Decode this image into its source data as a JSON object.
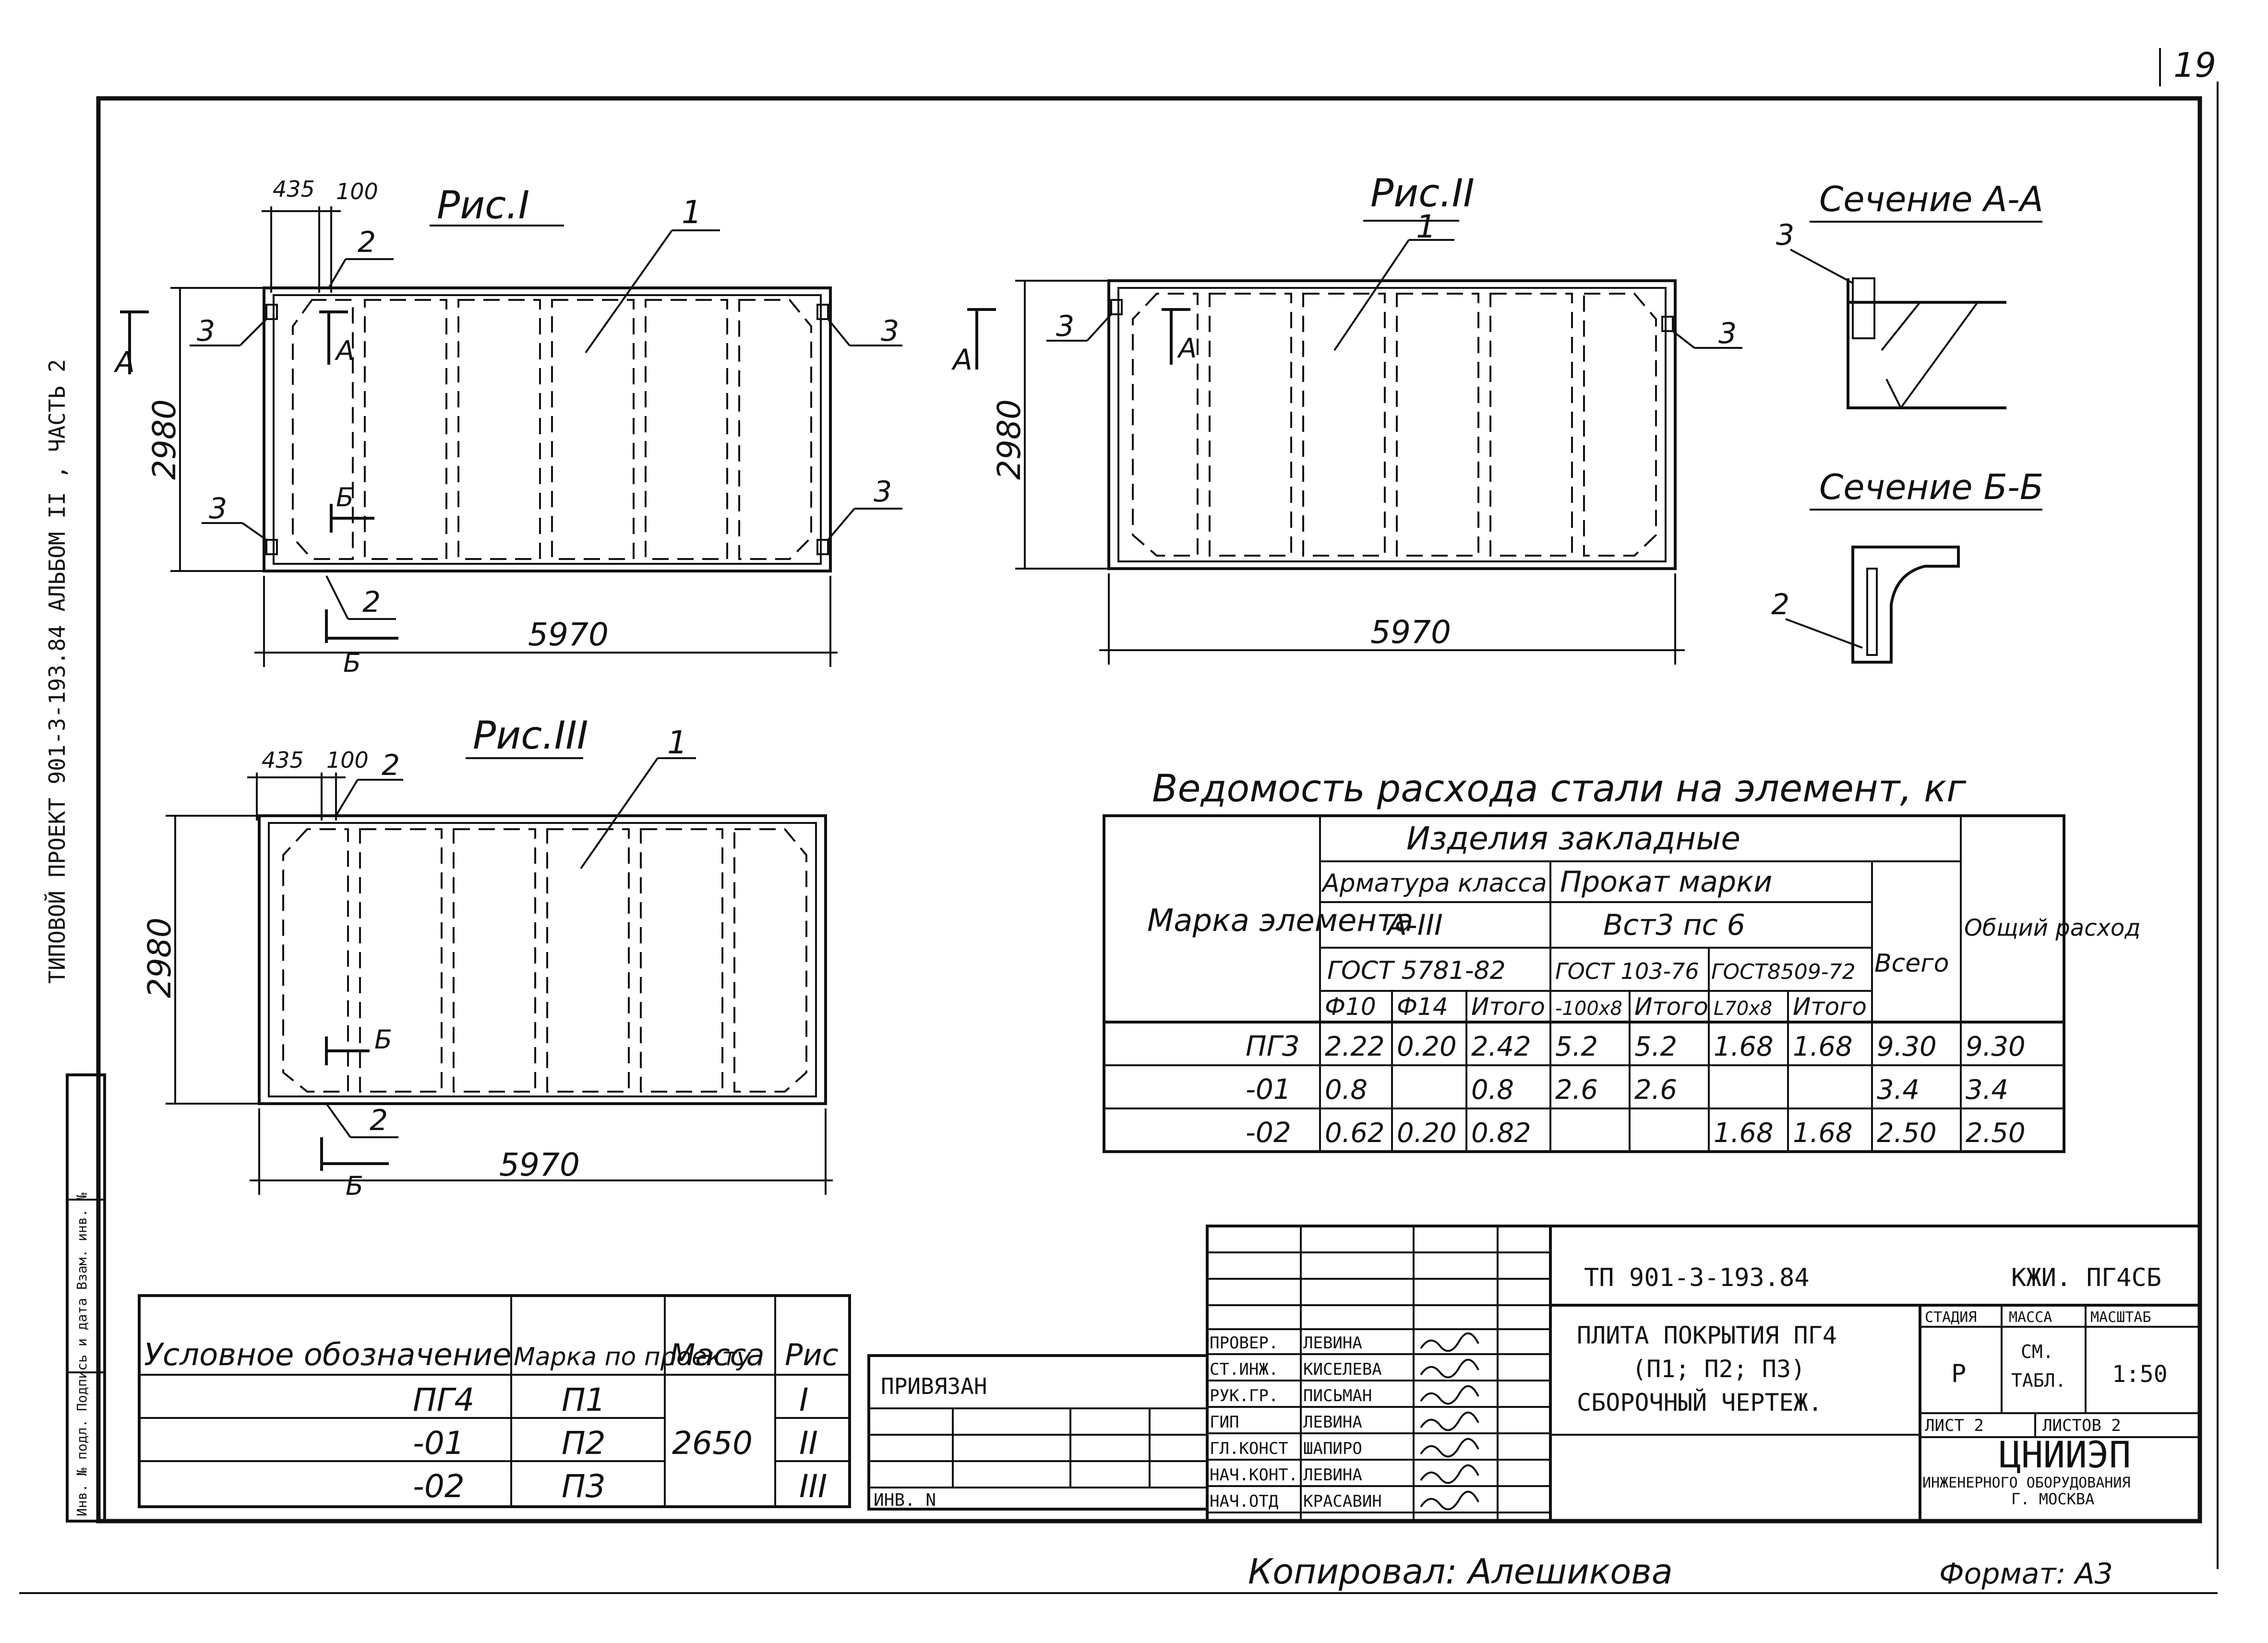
{
  "page_number": "19",
  "spine": {
    "top_text": "ТИПОВОЙ ПРОЕКТ 901-3-193.84  АЛЬБОМ II  , ЧАСТЬ 2",
    "box_text": "Инв. № подл.   Подпись и дата   Взам. инв. №"
  },
  "figures": [
    {
      "title": "Рис.I",
      "dims": {
        "w1": "435",
        "w2": "100",
        "length": "5970",
        "height": "2980"
      },
      "markers": {
        "section_a": "А",
        "section_b": "Б"
      },
      "callouts": {
        "slab": "1",
        "loop": "2",
        "plate": "3"
      }
    },
    {
      "title": "Рис.II",
      "dims": {
        "length": "5970",
        "height": "2980"
      },
      "markers": {
        "section_a": "А"
      },
      "callouts": {
        "slab": "1",
        "plate": "3"
      }
    },
    {
      "title": "Рис.III",
      "dims": {
        "w1": "435",
        "w2": "100",
        "length": "5970",
        "height": "2980"
      },
      "markers": {
        "section_b": "Б"
      },
      "callouts": {
        "slab": "1",
        "loop": "2"
      }
    }
  ],
  "sections": [
    {
      "title": "Сечение А-А",
      "callout": "3"
    },
    {
      "title": "Сечение Б-Б",
      "callout": "2"
    }
  ],
  "steel_table": {
    "title": "Ведомость расхода стали на элемент, кг",
    "header": {
      "mark": "Марка элемента",
      "group": "Изделия закладные",
      "reinf_class": "Арматура класса",
      "reinf_grade": "А-III",
      "reinf_gost": "ГОСТ 5781-82",
      "rolled": "Прокат марки",
      "rolled_grade": "Вст3 пс 6",
      "gost_103": "ГОСТ 103-76",
      "gost_8509": "ГОСТ8509-72",
      "total": "Всего",
      "grand_total": "Общий расход",
      "cols": [
        "Ф10",
        "Ф14",
        "Итого",
        "-100х8",
        "Итого",
        "L70х8",
        "Итого"
      ]
    },
    "rows": [
      {
        "mark": "ПГ3",
        "cells": [
          "2.22",
          "0.20",
          "2.42",
          "5.2",
          "5.2",
          "1.68",
          "1.68",
          "9.30",
          "9.30"
        ]
      },
      {
        "mark": "-01",
        "cells": [
          "0.8",
          "",
          "0.8",
          "2.6",
          "2.6",
          "",
          "",
          "3.4",
          "3.4"
        ]
      },
      {
        "mark": "-02",
        "cells": [
          "0.62",
          "0.20",
          "0.82",
          "",
          "",
          "1.68",
          "1.68",
          "2.50",
          "2.50"
        ]
      }
    ]
  },
  "legend_table": {
    "headers": [
      "Условное обозначение",
      "Марка по проекту",
      "Масса",
      "Рис"
    ],
    "rows": [
      {
        "designation": "ПГ4",
        "mark": "П1",
        "fig": "I"
      },
      {
        "designation": "-01",
        "mark": "П2",
        "fig": "II"
      },
      {
        "designation": "-02",
        "mark": "П3",
        "fig": "III"
      }
    ],
    "mass": "2650"
  },
  "privyazan": {
    "label": "ПРИВЯЗАН",
    "inv": "ИНВ. N"
  },
  "title_block": {
    "project_code": "ТП 901-3-193.84",
    "sheet_code": "КЖИ. ПГ4СБ",
    "description": [
      "ПЛИТА ПОКРЫТИЯ ПГ4",
      "(П1; П2; П3)",
      "СБОРОЧНЫЙ ЧЕРТЕЖ."
    ],
    "roles": [
      {
        "role": "ПРОВЕР.",
        "name": "ЛЕВИНА"
      },
      {
        "role": "СТ.ИНЖ.",
        "name": "КИСЕЛЕВА"
      },
      {
        "role": "РУК.ГР.",
        "name": "ПИСЬМАН"
      },
      {
        "role": "ГИП",
        "name": "ЛЕВИНА"
      },
      {
        "role": "ГЛ.КОНСТ",
        "name": "ШАПИРО"
      },
      {
        "role": "НАЧ.КОНТ.",
        "name": "ЛЕВИНА"
      },
      {
        "role": "НАЧ.ОТД",
        "name": "КРАСАВИН"
      }
    ],
    "stage_label": "СТАДИЯ",
    "stage": "Р",
    "mass_label": "МАССА",
    "mass_value": [
      "СМ.",
      "ТАБЛ."
    ],
    "scale_label": "МАСШТАБ",
    "scale": "1:50",
    "sheet": "ЛИСТ 2",
    "sheets": "ЛИСТОВ 2",
    "org_name": "ЦНИИЭП",
    "org_line2": "ИНЖЕНЕРНОГО ОБОРУДОВАНИЯ",
    "org_city": "Г. МОСКВА"
  },
  "footer": {
    "copied": "Копировал: Алешикова",
    "format": "Формат: А3"
  }
}
